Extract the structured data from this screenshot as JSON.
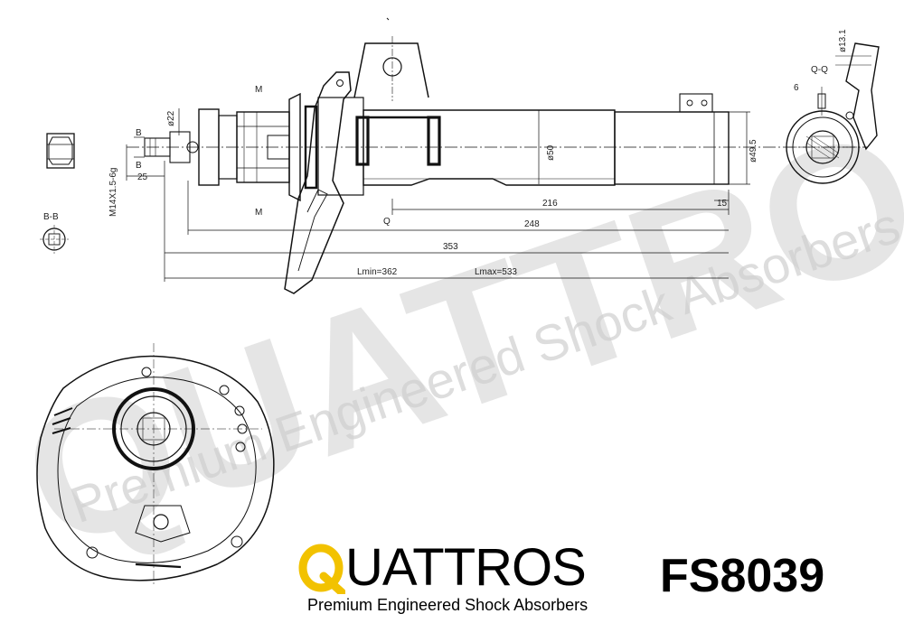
{
  "brand": {
    "name": "QUATTROS",
    "name_rest": "UATTROS",
    "tagline": "Premium Engineered Shock Absorbers",
    "accent_color": "#f2c200"
  },
  "part_number": "FS8039",
  "watermark": {
    "word": "QUATTROS",
    "tagline": "Premium Engineered Shock Absorbers"
  },
  "drawing": {
    "section_labels": {
      "b_b": "B-B",
      "q_q": "Q-Q",
      "b_top": "B",
      "b_bottom": "B",
      "m_top": "M",
      "m_bottom": "M",
      "q": "Q"
    },
    "dimensions": {
      "thread": "M14X1.5-6g",
      "dia_22": "ø22",
      "len_25": "25",
      "dia_50": "ø50",
      "dia_49_5": "ø49.5",
      "len_216": "216",
      "len_15": "15",
      "len_248": "248",
      "len_353": "353",
      "lmin": "Lmin=362",
      "lmax": "Lmax=533",
      "dia_13_1": "ø13.1",
      "len_6": "6"
    }
  }
}
